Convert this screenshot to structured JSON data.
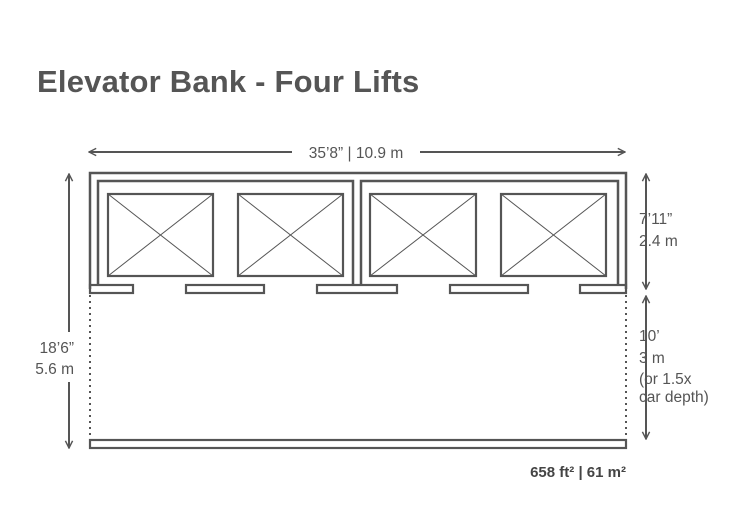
{
  "title": "Elevator Bank - Four Lifts",
  "dimensions": {
    "width_label": "35’8” | 10.9 m",
    "car_depth_ft": "7’11”",
    "car_depth_m": "2.4 m",
    "lobby_depth_ft": "10’",
    "lobby_depth_m": "3 m",
    "lobby_note_1": "(or 1.5x",
    "lobby_note_2": "car depth)",
    "total_depth_ft": "18’6”",
    "total_depth_m": "5.6 m"
  },
  "area_label": "658 ft² | 61 m²",
  "colors": {
    "line": "#555555"
  },
  "cars": [
    {
      "name": "elevator-car-1"
    },
    {
      "name": "elevator-car-2"
    },
    {
      "name": "elevator-car-3"
    },
    {
      "name": "elevator-car-4"
    }
  ]
}
